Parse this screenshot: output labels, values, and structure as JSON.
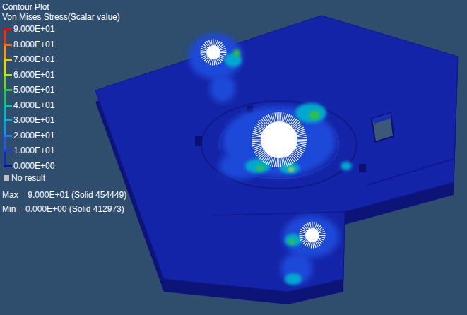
{
  "diagram": {
    "title": "Contour Plot",
    "labels": [
      "Von Mises Stress(Scalar value)",
      "Max = 9.000E+01 (Solid 454449)",
      "Min = 0.000E+00 (Solid 412973)"
    ],
    "legend": [
      {
        "text": "9.000E+01",
        "color": "#ff0000"
      },
      {
        "text": "8.000E+01",
        "color": "#ff6a00"
      },
      {
        "text": "7.000E+01",
        "color": "#ffc800"
      },
      {
        "text": "6.000E+01",
        "color": "#b4e61e"
      },
      {
        "text": "5.000E+01",
        "color": "#32c832"
      },
      {
        "text": "4.000E+01",
        "color": "#00c8a0"
      },
      {
        "text": "3.000E+01",
        "color": "#00b4dc"
      },
      {
        "text": "2.000E+01",
        "color": "#2878f0"
      },
      {
        "text": "1.000E+01",
        "color": "#1e3cdc"
      },
      {
        "text": "0.000E+00",
        "color": "#0a14a0"
      },
      {
        "text": "No result",
        "color": "#c0c0c0"
      }
    ]
  }
}
